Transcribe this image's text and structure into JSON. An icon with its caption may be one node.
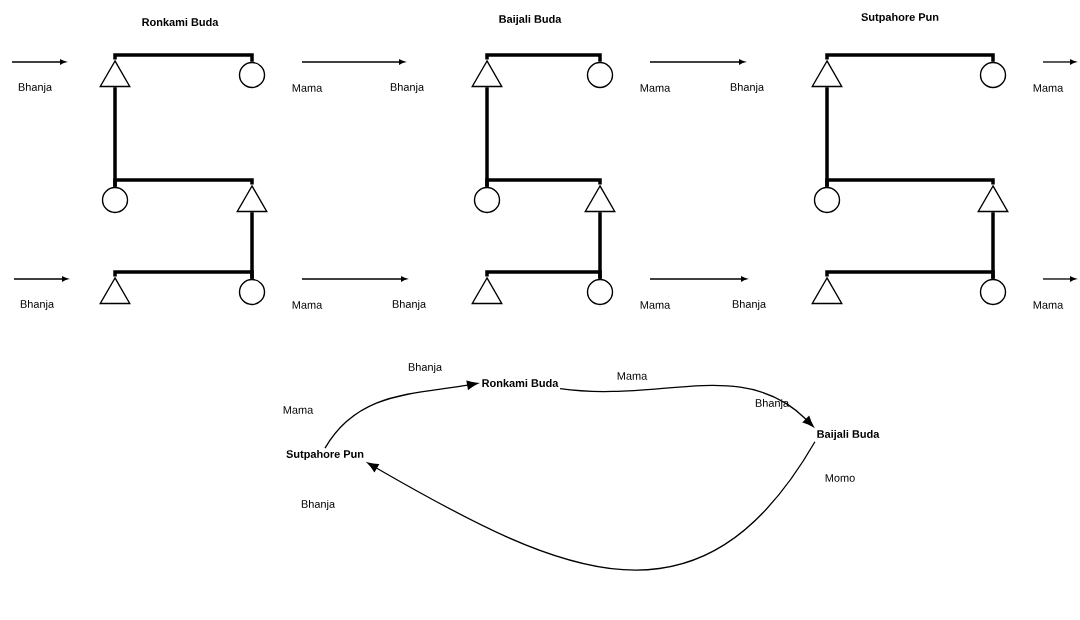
{
  "diagram": {
    "nodes": [
      {
        "text": [],
        "shape": "triangle"
      },
      {
        "text": [],
        "shape": "circle"
      },
      {
        "text": [],
        "shape": "circle"
      },
      {
        "text": [],
        "shape": "triangle"
      },
      {
        "text": [],
        "shape": "triangle"
      },
      {
        "text": [],
        "shape": "circle"
      },
      {
        "text": [
          "Bhanja"
        ]
      },
      {
        "text": [
          "Mama"
        ]
      },
      {
        "text": [
          "Bhanja"
        ]
      },
      {
        "text": [
          "Mama"
        ]
      },
      {
        "text": [],
        "shape": "triangle"
      },
      {
        "text": [],
        "shape": "circle"
      },
      {
        "text": [],
        "shape": "circle"
      },
      {
        "text": [],
        "shape": "triangle"
      },
      {
        "text": [],
        "shape": "triangle"
      },
      {
        "text": [],
        "shape": "circle"
      },
      {
        "text": [
          "Bhanja"
        ]
      },
      {
        "text": [
          "Mama"
        ]
      },
      {
        "text": [
          "Bhanja"
        ]
      },
      {
        "text": [
          "Mama"
        ]
      },
      {
        "text": [],
        "shape": "triangle"
      },
      {
        "text": [],
        "shape": "circle"
      },
      {
        "text": [],
        "shape": "circle"
      },
      {
        "text": [],
        "shape": "triangle"
      },
      {
        "text": [],
        "shape": "triangle"
      },
      {
        "text": [],
        "shape": "circle"
      },
      {
        "text": [
          "Bhanja"
        ]
      },
      {
        "text": [
          "Mama"
        ]
      },
      {
        "text": [
          "Bhanja"
        ]
      },
      {
        "text": [
          "Mama"
        ]
      },
      {
        "text": [
          "Ronkami Buda"
        ]
      },
      {
        "text": [
          "Baijali Buda"
        ]
      },
      {
        "text": [
          "Sutpahore Pun"
        ]
      }
    ],
    "edges": [
      {
        "from": 0,
        "to": 1,
        "arrow": "none"
      },
      {
        "from": 0,
        "to": 2,
        "arrow": "none"
      },
      {
        "from": 2,
        "to": 3,
        "arrow": "none"
      },
      {
        "from": 3,
        "to": 5,
        "arrow": "none"
      },
      {
        "from": 4,
        "to": 5,
        "arrow": "none"
      },
      {
        "from": 10,
        "to": 11,
        "arrow": "none"
      },
      {
        "from": 10,
        "to": 12,
        "arrow": "none"
      },
      {
        "from": 12,
        "to": 13,
        "arrow": "none"
      },
      {
        "from": 13,
        "to": 15,
        "arrow": "none"
      },
      {
        "from": 14,
        "to": 15,
        "arrow": "none"
      },
      {
        "from": 20,
        "to": 21,
        "arrow": "none"
      },
      {
        "from": 20,
        "to": 22,
        "arrow": "none"
      },
      {
        "from": 22,
        "to": 23,
        "arrow": "none"
      },
      {
        "from": 23,
        "to": 25,
        "arrow": "none"
      },
      {
        "from": 24,
        "to": 25,
        "arrow": "none"
      },
      {
        "from": 30,
        "to": 31,
        "arrow": "to"
      },
      {
        "from": 31,
        "to": 32,
        "arrow": "to"
      },
      {
        "from": 32,
        "to": 30,
        "arrow": "to"
      }
    ],
    "labels": [
      "Ronkami Buda",
      "Baijali Buda",
      "Sutpahore Pun",
      "Bhanja",
      "Mama",
      "Bhanja",
      "Mama",
      "Momo",
      "Bhanja"
    ]
  }
}
